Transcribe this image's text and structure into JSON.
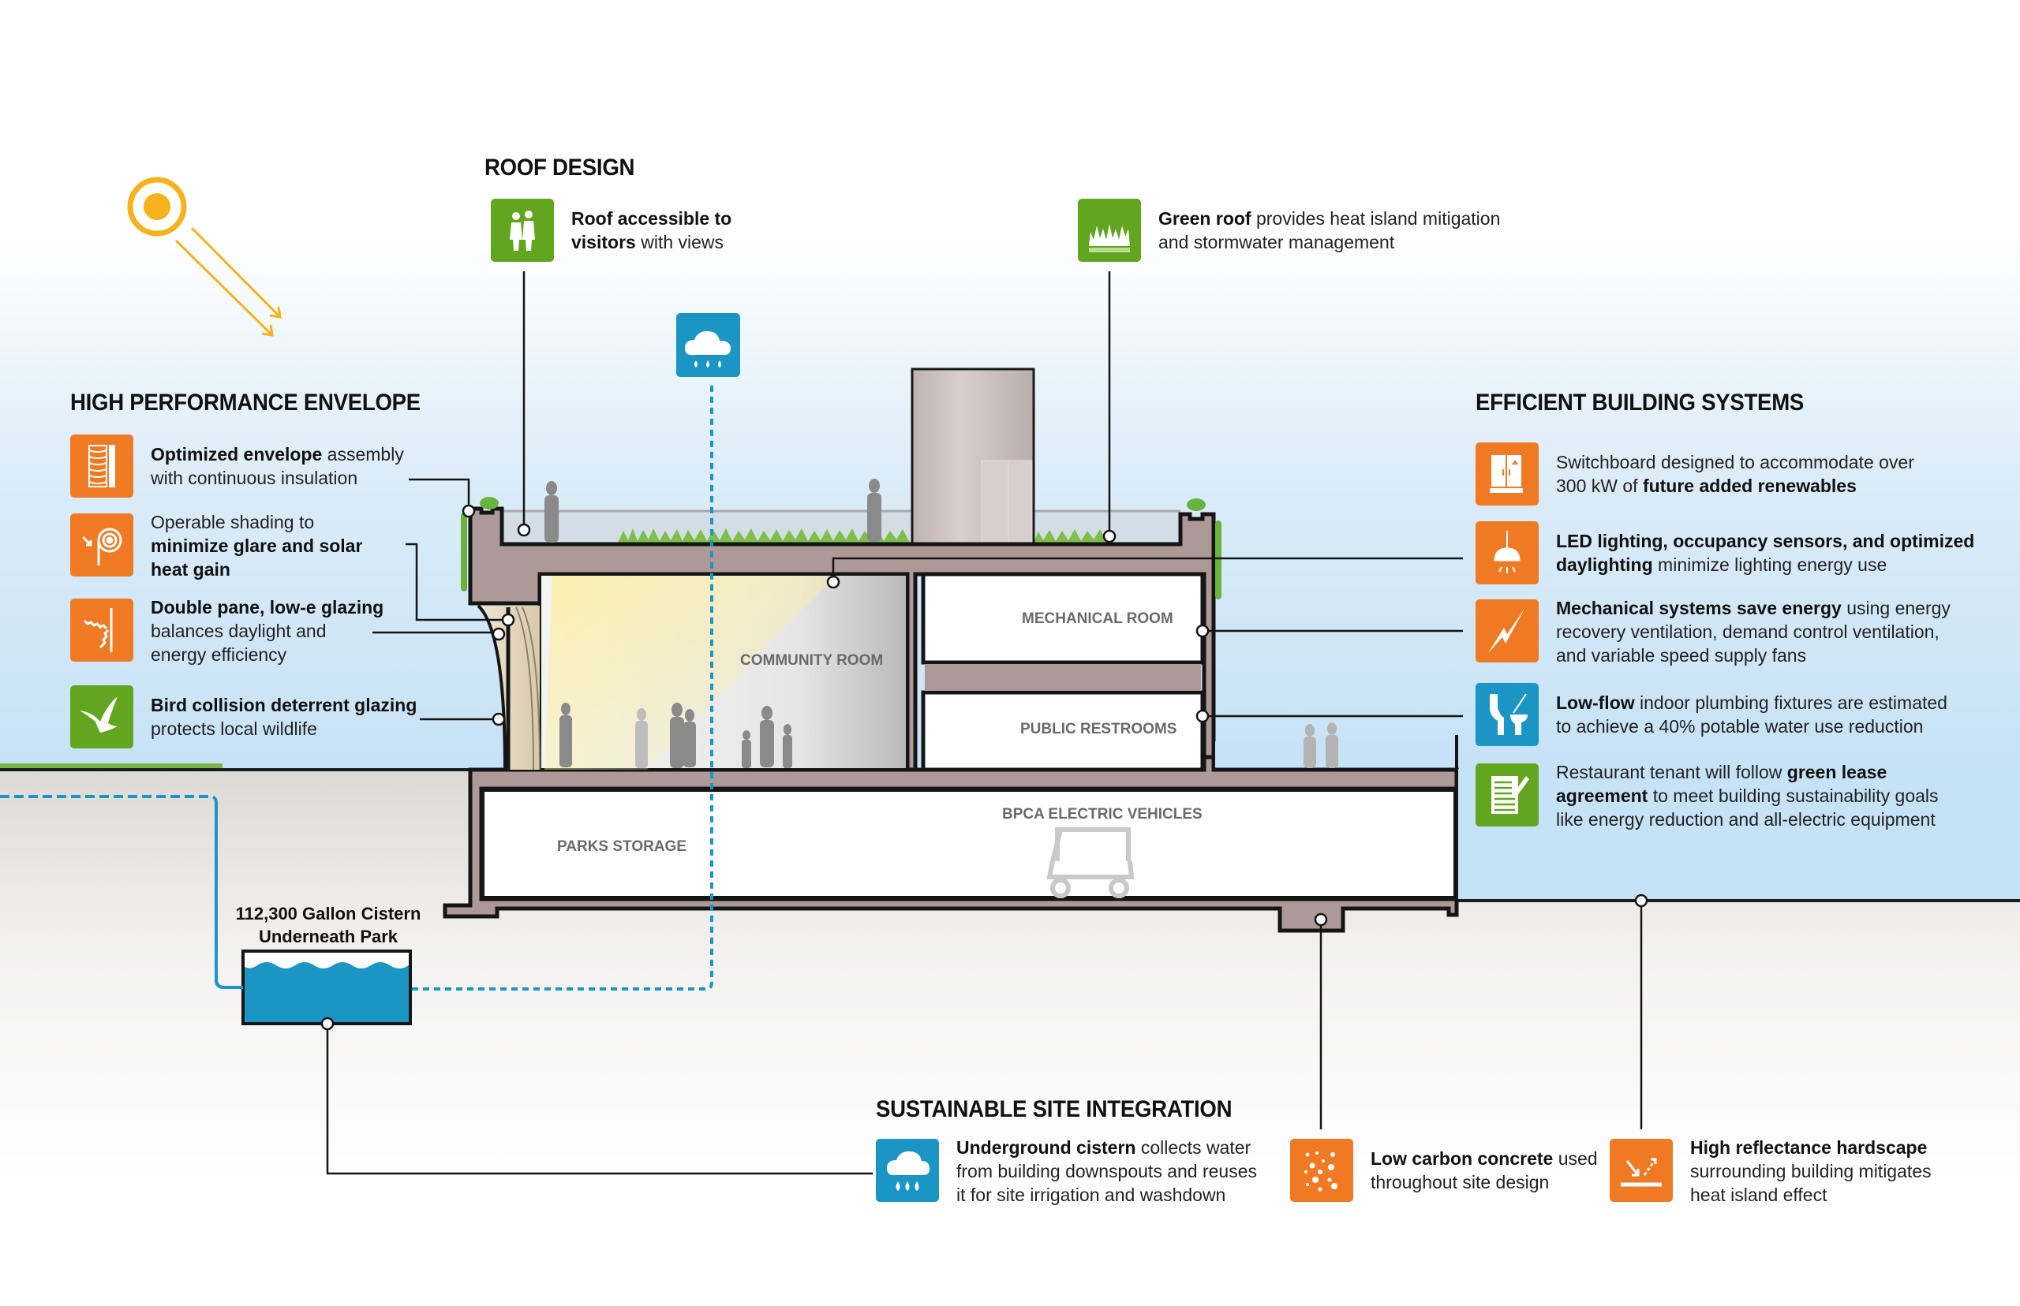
{
  "sections": {
    "roof_design": {
      "heading": "ROOF DESIGN",
      "items": [
        {
          "icon": "visitors-icon",
          "color": "#62a51f",
          "lines": [
            [
              {
                "t": "Roof accessible to",
                "b": true
              }
            ],
            [
              {
                "t": "visitors",
                "b": true
              },
              {
                "t": " with views",
                "b": false
              }
            ]
          ]
        },
        {
          "icon": "grass-icon",
          "color": "#62a51f",
          "lines": [
            [
              {
                "t": "Green roof",
                "b": true
              },
              {
                "t": " provides heat island mitigation",
                "b": false
              }
            ],
            [
              {
                "t": "and stormwater management",
                "b": false
              }
            ]
          ]
        }
      ]
    },
    "envelope": {
      "heading": "HIGH PERFORMANCE ENVELOPE",
      "items": [
        {
          "icon": "insulation-icon",
          "color": "#f07a24",
          "lines": [
            [
              {
                "t": "Optimized envelope",
                "b": true
              },
              {
                "t": " assembly",
                "b": false
              }
            ],
            [
              {
                "t": "with continuous insulation",
                "b": false
              }
            ]
          ]
        },
        {
          "icon": "shading-icon",
          "color": "#f07a24",
          "lines": [
            [
              {
                "t": "Operable shading to",
                "b": false
              }
            ],
            [
              {
                "t": "minimize glare and solar",
                "b": true
              }
            ],
            [
              {
                "t": "heat gain",
                "b": true
              }
            ]
          ]
        },
        {
          "icon": "glazing-icon",
          "color": "#f07a24",
          "lines": [
            [
              {
                "t": "Double pane, low-e glazing",
                "b": true
              }
            ],
            [
              {
                "t": "balances daylight and",
                "b": false
              }
            ],
            [
              {
                "t": "energy efficiency",
                "b": false
              }
            ]
          ]
        },
        {
          "icon": "bird-icon",
          "color": "#62a51f",
          "lines": [
            [
              {
                "t": "Bird collision deterrent glazing",
                "b": true
              }
            ],
            [
              {
                "t": "protects local wildlife",
                "b": false
              }
            ]
          ]
        }
      ]
    },
    "systems": {
      "heading": "EFFICIENT BUILDING SYSTEMS",
      "items": [
        {
          "icon": "switchboard-icon",
          "color": "#f07a24",
          "lines": [
            [
              {
                "t": "Switchboard designed to accommodate over",
                "b": false
              }
            ],
            [
              {
                "t": "300 kW of ",
                "b": false
              },
              {
                "t": "future added renewables",
                "b": true
              }
            ]
          ]
        },
        {
          "icon": "lamp-icon",
          "color": "#f07a24",
          "lines": [
            [
              {
                "t": "LED lighting, occupancy sensors, and optimized",
                "b": true
              }
            ],
            [
              {
                "t": "daylighting",
                "b": true
              },
              {
                "t": " minimize lighting energy use",
                "b": false
              }
            ]
          ]
        },
        {
          "icon": "lightning-icon",
          "color": "#f07a24",
          "lines": [
            [
              {
                "t": "Mechanical systems save energy",
                "b": true
              },
              {
                "t": " using energy",
                "b": false
              }
            ],
            [
              {
                "t": "recovery ventilation, demand control ventilation,",
                "b": false
              }
            ],
            [
              {
                "t": "and variable speed supply fans",
                "b": false
              }
            ]
          ]
        },
        {
          "icon": "plumbing-fixture-icon",
          "color": "#1a95c4",
          "lines": [
            [
              {
                "t": "Low-flow",
                "b": true
              },
              {
                "t": " indoor plumbing fixtures are estimated",
                "b": false
              }
            ],
            [
              {
                "t": "to achieve a 40% potable water use reduction",
                "b": false
              }
            ]
          ]
        },
        {
          "icon": "lease-document-icon",
          "color": "#62a51f",
          "lines": [
            [
              {
                "t": "Restaurant tenant will follow ",
                "b": false
              },
              {
                "t": "green lease",
                "b": true
              }
            ],
            [
              {
                "t": "agreement",
                "b": true
              },
              {
                "t": " to meet building sustainability goals",
                "b": false
              }
            ],
            [
              {
                "t": "like energy reduction and all-electric equipment",
                "b": false
              }
            ]
          ]
        }
      ]
    },
    "site": {
      "heading": "SUSTAINABLE SITE INTEGRATION",
      "items": [
        {
          "icon": "rain-cloud-icon",
          "color": "#1a95c4",
          "lines": [
            [
              {
                "t": "Underground cistern",
                "b": true
              },
              {
                "t": " collects water",
                "b": false
              }
            ],
            [
              {
                "t": "from building downspouts and reuses",
                "b": false
              }
            ],
            [
              {
                "t": "it for site irrigation and washdown",
                "b": false
              }
            ]
          ]
        },
        {
          "icon": "concrete-icon",
          "color": "#f07a24",
          "lines": [
            [
              {
                "t": "Low carbon concrete",
                "b": true
              },
              {
                "t": " used",
                "b": false
              }
            ],
            [
              {
                "t": "throughout site design",
                "b": false
              }
            ]
          ]
        },
        {
          "icon": "reflectance-icon",
          "color": "#f07a24",
          "lines": [
            [
              {
                "t": "High reflectance hardscape",
                "b": true
              }
            ],
            [
              {
                "t": "surrounding building mitigates",
                "b": false
              }
            ],
            [
              {
                "t": "heat island effect",
                "b": false
              }
            ]
          ]
        }
      ]
    }
  },
  "building": {
    "rooms": {
      "community": "COMMUNITY ROOM",
      "mechanical": "MECHANICAL ROOM",
      "restrooms": "PUBLIC RESTROOMS",
      "parks_storage": "PARKS STORAGE",
      "electric_vehicles": "BPCA ELECTRIC VEHICLES"
    },
    "cistern_label": [
      "112,300 Gallon Cistern",
      "Underneath Park"
    ]
  },
  "colors": {
    "orange": "#f07a24",
    "green": "#62a51f",
    "blue": "#1a95c4",
    "concrete": "#ad9a98",
    "sun": "#f5b21c",
    "water": "#1a95c4"
  }
}
